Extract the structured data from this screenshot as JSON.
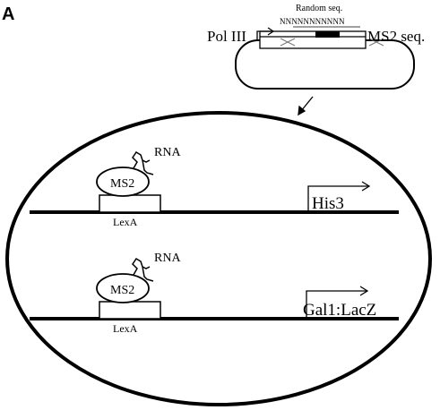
{
  "figure": {
    "panel_label": "A",
    "plasmid": {
      "promoter_label": "Pol III",
      "random_seq_label": "Random seq.",
      "random_seq_letters": "NNNNNNNNNNN",
      "ms2_seq_label": "MS2 seq."
    },
    "rows": [
      {
        "rna_label": "RNA",
        "ms2_label": "MS2",
        "lexa_label": "LexA",
        "reporter_label": "His3"
      },
      {
        "rna_label": "RNA",
        "ms2_label": "MS2",
        "lexa_label": "LexA",
        "reporter_label": "Gal1:LacZ"
      }
    ]
  }
}
